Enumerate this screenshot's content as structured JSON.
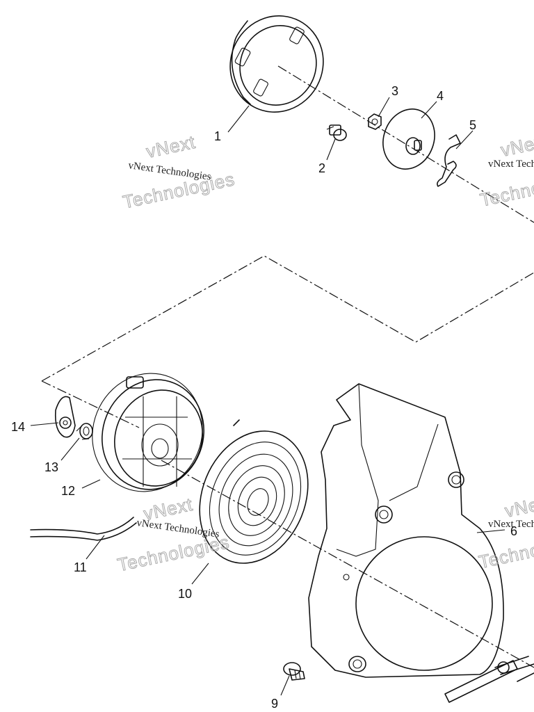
{
  "callouts": [
    "1",
    "2",
    "3",
    "4",
    "5",
    "6",
    "9",
    "10",
    "11",
    "12",
    "13",
    "14"
  ],
  "watermark": {
    "caption": "vNext Technologies",
    "brand_top": "vNext",
    "brand_bottom": "Technologies"
  }
}
